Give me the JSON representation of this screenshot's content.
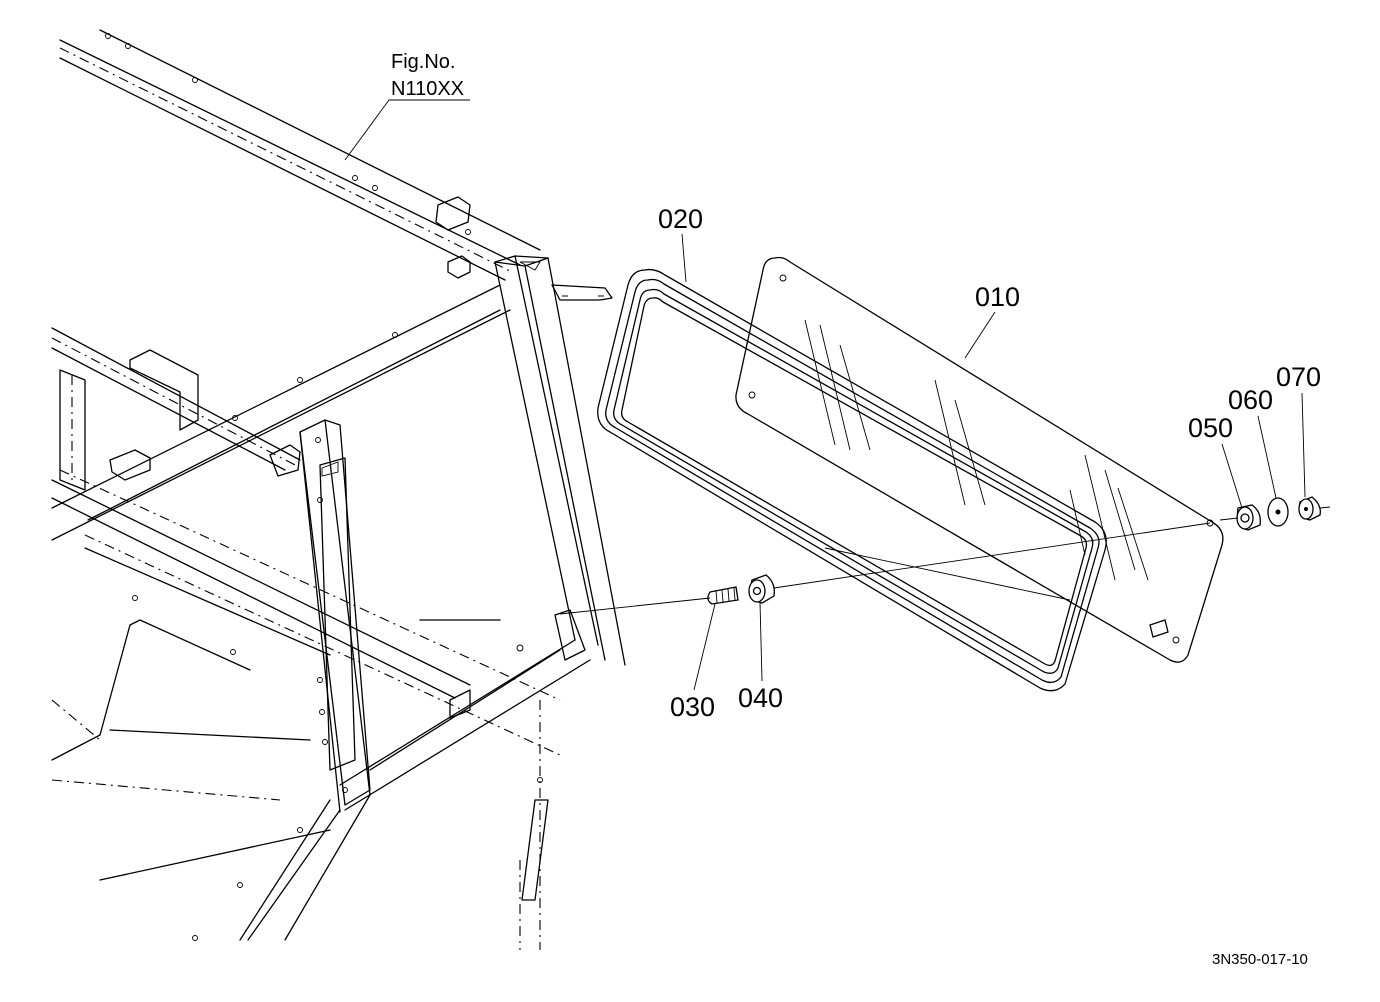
{
  "figure": {
    "ref_label": "Fig.No.",
    "ref_number": "N110XX",
    "drawing_code": "3N350-017-10"
  },
  "parts": [
    {
      "id": "p010",
      "number": "010"
    },
    {
      "id": "p020",
      "number": "020"
    },
    {
      "id": "p030",
      "number": "030"
    },
    {
      "id": "p040",
      "number": "040"
    },
    {
      "id": "p050",
      "number": "050"
    },
    {
      "id": "p060",
      "number": "060"
    },
    {
      "id": "p070",
      "number": "070"
    }
  ]
}
